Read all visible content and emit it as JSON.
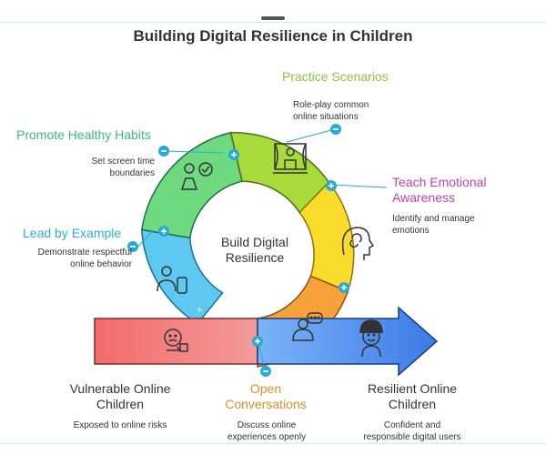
{
  "title": "Building Digital Resilience in Children",
  "center": {
    "line1": "Build Digital",
    "line2": "Resilience"
  },
  "stages": [
    {
      "title": "Lead by Example",
      "desc1": "Demonstrate respectful",
      "desc2": "online behavior",
      "color": "#2bb0d6",
      "icon": "person-tablet-icon"
    },
    {
      "title": "Promote Healthy Habits",
      "desc1": "Set screen time",
      "desc2": "boundaries",
      "color": "#3dba7a",
      "icon": "person-checkmark-icon"
    },
    {
      "title": "Practice Scenarios",
      "desc1": "Role-play common",
      "desc2": "online situations",
      "color": "#8fc23a",
      "icon": "theater-stage-icon"
    },
    {
      "title1": "Teach Emotional",
      "title2": "Awareness",
      "desc1": "Identify and manage",
      "desc2": "emotions",
      "color": "#cc3fa4",
      "icon": "head-emotions-icon"
    },
    {
      "title1": "Open",
      "title2": "Conversations",
      "desc1": "Discuss online",
      "desc2": "experiences openly",
      "color": "#e58a2e",
      "icon": "conversation-icon"
    }
  ],
  "start": {
    "title1": "Vulnerable Online",
    "title2": "Children",
    "desc": "Exposed to online risks",
    "color": "#333333",
    "icon": "worried-child-icon"
  },
  "end": {
    "title1": "Resilient Online",
    "title2": "Children",
    "desc1": "Confident and",
    "desc2": "responsible digital users",
    "color": "#333333",
    "icon": "happy-child-icon"
  },
  "colors": {
    "ring_blue": "#5dc8f0",
    "ring_green": "#5fd57f",
    "ring_lime": "#a9da3b",
    "ring_yellow": "#f9dc2b",
    "ring_orange": "#f7a23a",
    "arrow_red": "#f28383",
    "arrow_blue": "#5a93f0",
    "connector": "#29a9d8"
  }
}
